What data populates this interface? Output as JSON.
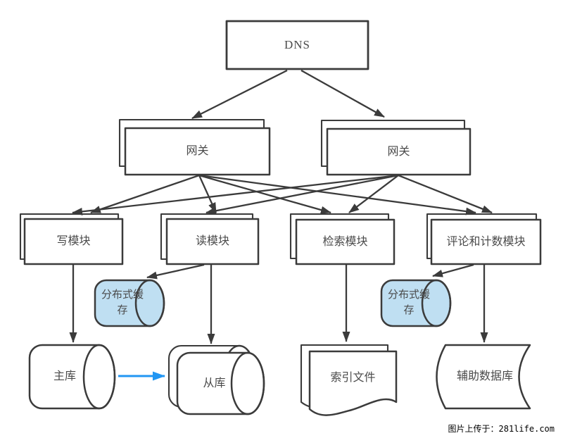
{
  "diagram": {
    "title": "web-architecture-diagram",
    "nodes": {
      "dns": {
        "label": "DNS",
        "shape": "rectangle"
      },
      "gateway_left": {
        "label": "网关",
        "shape": "stacked-rectangle"
      },
      "gateway_right": {
        "label": "网关",
        "shape": "stacked-rectangle"
      },
      "write_module": {
        "label": "写模块",
        "shape": "stacked-rectangle"
      },
      "read_module": {
        "label": "读模块",
        "shape": "stacked-rectangle"
      },
      "search_module": {
        "label": "检索模块",
        "shape": "stacked-rectangle"
      },
      "comment_module": {
        "label": "评论和计数模块",
        "shape": "stacked-rectangle"
      },
      "cache_left": {
        "label": "分布式缓存",
        "shape": "horizontal-cylinder"
      },
      "cache_right": {
        "label": "分布式缓存",
        "shape": "horizontal-cylinder"
      },
      "master_db": {
        "label": "主库",
        "shape": "horizontal-cylinder"
      },
      "slave_db": {
        "label": "从库",
        "shape": "stacked-horizontal-cylinder"
      },
      "index_file": {
        "label": "索引文件",
        "shape": "stacked-document"
      },
      "aux_db": {
        "label": "辅助数据库",
        "shape": "stored-data"
      }
    },
    "edges": [
      {
        "from": "dns",
        "to": "gateway_left"
      },
      {
        "from": "dns",
        "to": "gateway_right"
      },
      {
        "from": "gateway_left",
        "to": "write_module"
      },
      {
        "from": "gateway_left",
        "to": "read_module"
      },
      {
        "from": "gateway_left",
        "to": "search_module"
      },
      {
        "from": "gateway_left",
        "to": "comment_module"
      },
      {
        "from": "gateway_right",
        "to": "write_module"
      },
      {
        "from": "gateway_right",
        "to": "read_module"
      },
      {
        "from": "gateway_right",
        "to": "search_module"
      },
      {
        "from": "gateway_right",
        "to": "comment_module"
      },
      {
        "from": "write_module",
        "to": "master_db"
      },
      {
        "from": "read_module",
        "to": "cache_left"
      },
      {
        "from": "read_module",
        "to": "slave_db"
      },
      {
        "from": "search_module",
        "to": "index_file"
      },
      {
        "from": "comment_module",
        "to": "cache_right"
      },
      {
        "from": "comment_module",
        "to": "aux_db"
      },
      {
        "from": "master_db",
        "to": "slave_db",
        "style": "replication-blue"
      }
    ],
    "colors": {
      "shape_stroke": "#3b3b3b",
      "shape_fill": "#ffffff",
      "cache_fill": "#bfdff2",
      "arrow": "#3b3b3b",
      "replication_arrow": "#2196f3",
      "text": "#4a4a4a",
      "background": "#ffffff"
    }
  },
  "watermark": {
    "text": "图片上传于：281life.com"
  }
}
